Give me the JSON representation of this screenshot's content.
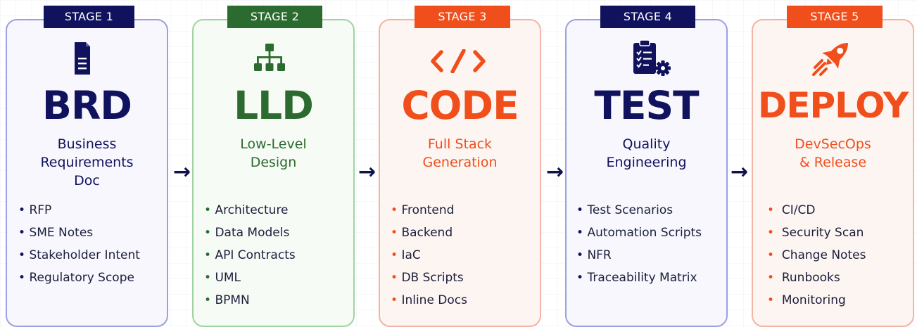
{
  "colors": {
    "navy": "#10125e",
    "green": "#2c6b2f",
    "orange": "#f04e1b",
    "navy_border": "#9aa0e0",
    "green_border": "#9fd4a2",
    "orange_border": "#f2b4a4",
    "navy_bg": "#f7f7fd",
    "green_bg": "#f6fbf5",
    "orange_bg": "#fdf5f2"
  },
  "arrow_glyph": "→",
  "stages": [
    {
      "badge": "STAGE 1",
      "icon": "document-icon",
      "title": "BRD",
      "subtitle": [
        "Business",
        "Requirements",
        "Doc"
      ],
      "items": [
        "RFP",
        "SME Notes",
        "Stakeholder Intent",
        "Regulatory Scope"
      ]
    },
    {
      "badge": "STAGE 2",
      "icon": "hierarchy-icon",
      "title": "LLD",
      "subtitle": [
        "Low-Level",
        "Design"
      ],
      "items": [
        "Architecture",
        "Data Models",
        "API Contracts",
        "UML",
        "BPMN"
      ]
    },
    {
      "badge": "STAGE 3",
      "icon": "code-icon",
      "title": "CODE",
      "subtitle": [
        "Full Stack",
        "Generation"
      ],
      "items": [
        "Frontend",
        "Backend",
        "IaC",
        "DB Scripts",
        "Inline Docs"
      ]
    },
    {
      "badge": "STAGE 4",
      "icon": "clipboard-gear-icon",
      "title": "TEST",
      "subtitle": [
        "Quality",
        "Engineering"
      ],
      "items": [
        "Test Scenarios",
        "Automation Scripts",
        "NFR",
        "Traceability Matrix"
      ]
    },
    {
      "badge": "STAGE 5",
      "icon": "rocket-icon",
      "title": "DEPLOY",
      "subtitle": [
        "DevSecOps",
        "& Release"
      ],
      "items": [
        "CI/CD",
        "Security Scan",
        "Change Notes",
        "Runbooks",
        "Monitoring"
      ]
    }
  ]
}
